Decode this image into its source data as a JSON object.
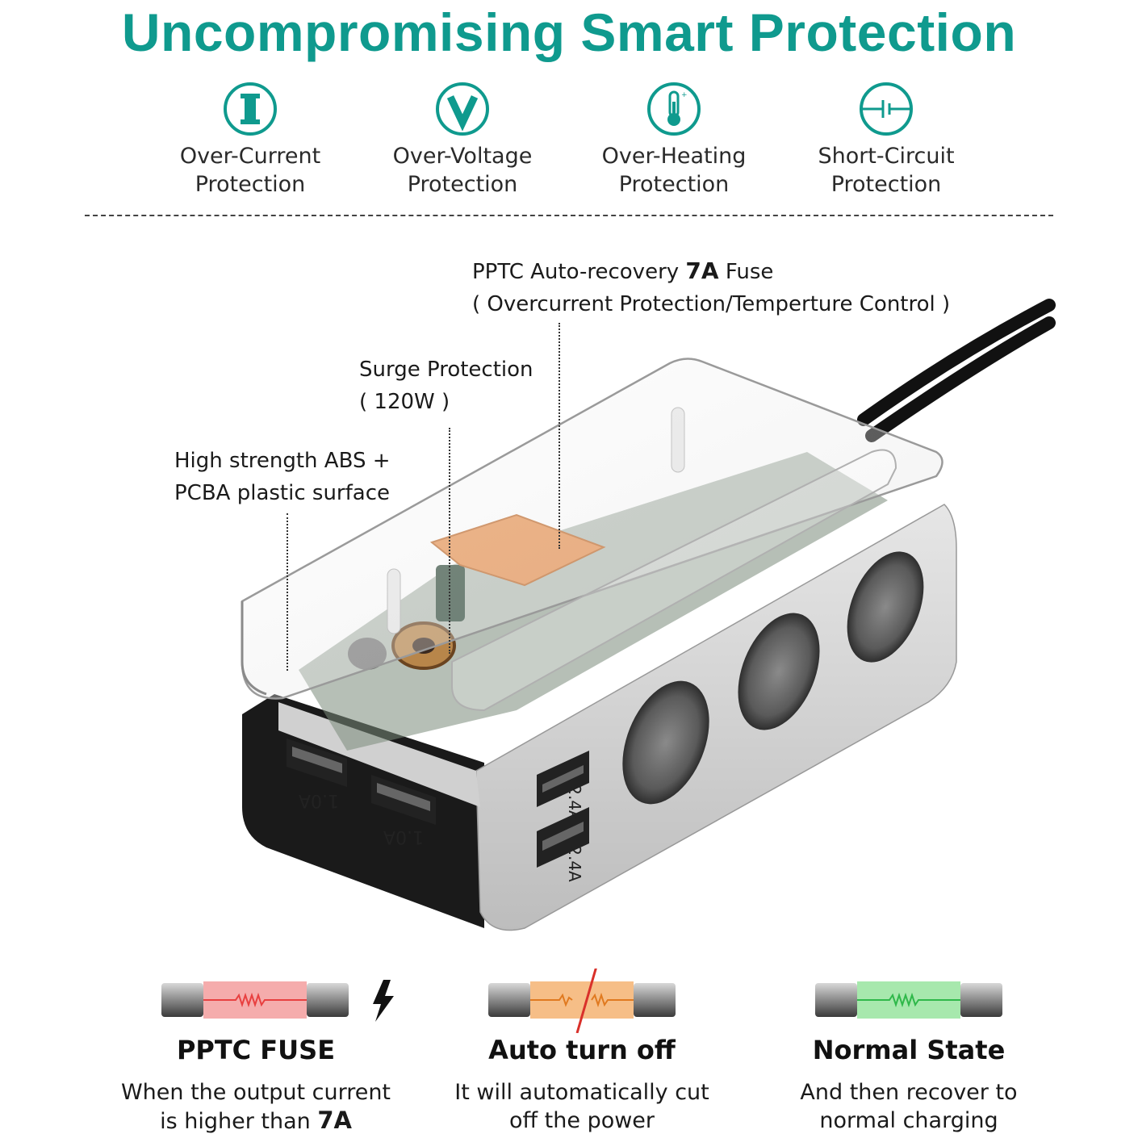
{
  "title": "Uncompromising Smart Protection",
  "features": [
    {
      "icon": "current-icon",
      "label": "Over-Current\nProtection"
    },
    {
      "icon": "voltage-icon",
      "label": "Over-Voltage\nProtection"
    },
    {
      "icon": "thermometer-icon",
      "label": "Over-Heating\nProtection"
    },
    {
      "icon": "short-circuit-icon",
      "label": "Short-Circuit\nProtection"
    }
  ],
  "callouts": {
    "fuse": {
      "line1_pre": "PPTC Auto-recovery ",
      "line1_bold": "7A",
      "line1_post": " Fuse",
      "line2": "( Overcurrent Protection/Temperture Control )"
    },
    "surge": {
      "line1": "Surge Protection",
      "line2": "( 120W )"
    },
    "abs": {
      "line1": "High strength ABS +",
      "line2": "PCBA plastic surface"
    }
  },
  "ports": {
    "usb_a": "1.0A",
    "usb_b": "1.0A",
    "usb_c": "2.4A",
    "usb_d": "2.4A"
  },
  "fuse_states": [
    {
      "title": "PPTC FUSE",
      "desc_line1": "When the output current",
      "desc_line2_pre": "is higher than ",
      "desc_line2_bold": "7A",
      "color": "#f08a8a"
    },
    {
      "title": "Auto turn off",
      "desc_line1": "It will automatically cut",
      "desc_line2_pre": "off the power",
      "desc_line2_bold": "",
      "color": "#f2a35a"
    },
    {
      "title": "Normal State",
      "desc_line1": "And then recover to",
      "desc_line2_pre": "normal charging",
      "desc_line2_bold": "",
      "color": "#7ee08a"
    }
  ],
  "colors": {
    "accent": "#0f9a8e",
    "fuse_hot": "#e84040",
    "fuse_off": "#e07a20",
    "fuse_ok": "#2fb84a"
  }
}
